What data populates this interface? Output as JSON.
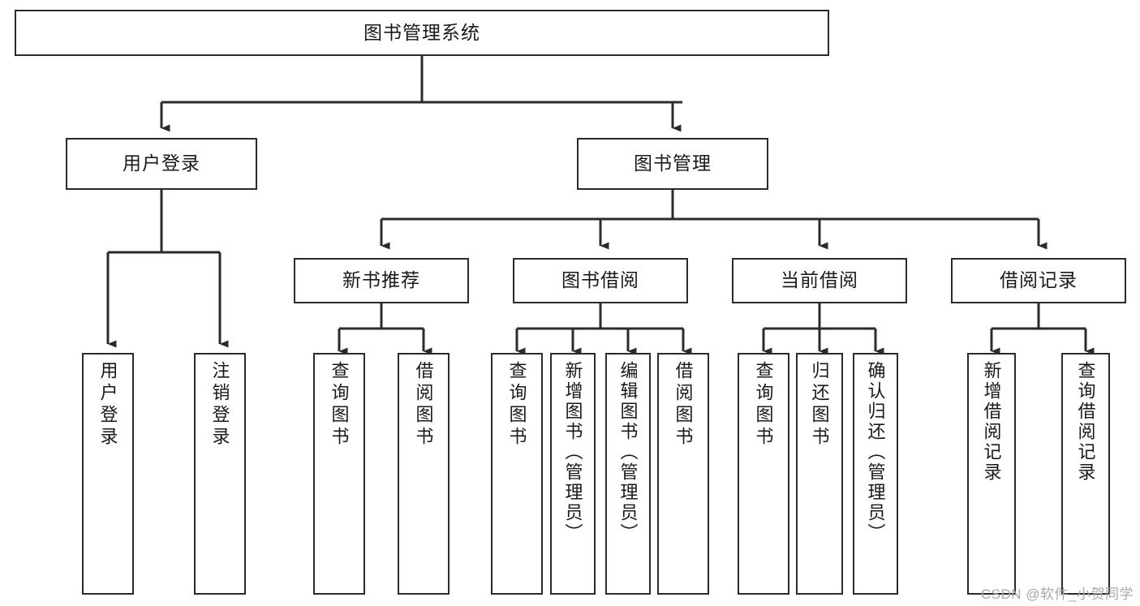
{
  "diagram": {
    "title": "图书管理系统",
    "type": "tree-hierarchy",
    "root": {
      "label": "图书管理系统"
    },
    "level2": [
      {
        "label": "用户登录"
      },
      {
        "label": "图书管理"
      }
    ],
    "level3": [
      {
        "label": "新书推荐"
      },
      {
        "label": "图书借阅"
      },
      {
        "label": "当前借阅"
      },
      {
        "label": "借阅记录"
      }
    ],
    "leaves": {
      "user_login": [
        {
          "label": "用户登录"
        },
        {
          "label": "注销登录"
        }
      ],
      "new_book_recommend": [
        {
          "label": "查询图书"
        },
        {
          "label": "借阅图书"
        }
      ],
      "book_borrow": [
        {
          "label": "查询图书"
        },
        {
          "label": "新增图书（管理员）"
        },
        {
          "label": "编辑图书（管理员）"
        },
        {
          "label": "借阅图书"
        }
      ],
      "current_borrow": [
        {
          "label": "查询图书"
        },
        {
          "label": "归还图书"
        },
        {
          "label": "确认归还（管理员）"
        }
      ],
      "borrow_record": [
        {
          "label": "新增借阅记录"
        },
        {
          "label": "查询借阅记录"
        }
      ]
    },
    "colors": {
      "stroke": "#2b2b2b",
      "fill": "#ffffff",
      "text": "#1a1a1a",
      "watermark": "#a8a8a8"
    }
  },
  "watermark": {
    "text": "CSDN @软件_小贺同学"
  }
}
